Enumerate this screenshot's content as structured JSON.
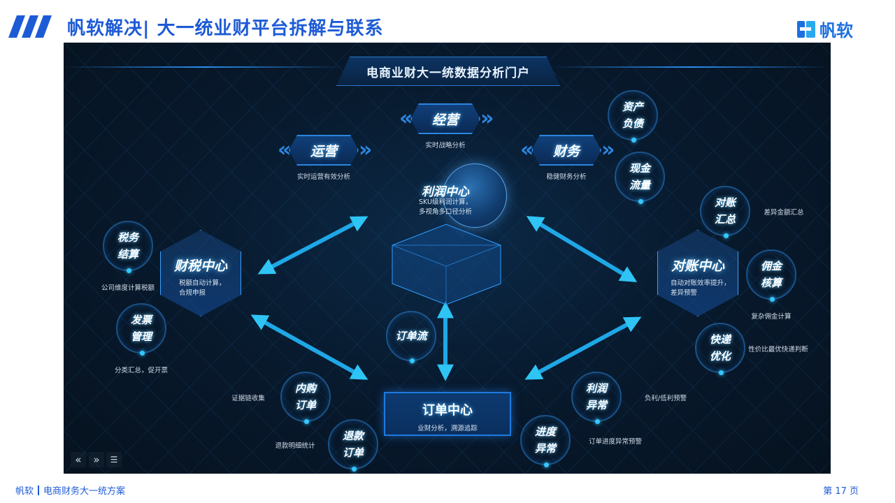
{
  "header": {
    "title": "帆软解决| 大一统业财平台拆解与联系",
    "logo_text": "帆软"
  },
  "portal": {
    "title": "电商业财大一统数据分析门户"
  },
  "top_buttons": [
    {
      "label": "经营",
      "desc": "实时战略分析"
    },
    {
      "label": "运营",
      "desc": "实时运营有效分析"
    },
    {
      "label": "财务",
      "desc": "稳健财务分析"
    }
  ],
  "centers": {
    "profit": {
      "title": "利润中心",
      "desc1": "SKU级利润计算，",
      "desc2": "多视角多口径分析"
    },
    "tax": {
      "title": "财税中心",
      "desc1": "税额自动计算，",
      "desc2": "合规申报"
    },
    "recon": {
      "title": "对账中心",
      "desc1": "自动对账效率提升，",
      "desc2": "差异预警"
    },
    "order": {
      "title": "订单中心",
      "desc": "业财分析，溯源追踪"
    }
  },
  "nodes": [
    {
      "line1": "税务",
      "line2": "结算",
      "desc": "公司维度计算税额"
    },
    {
      "line1": "发票",
      "line2": "管理",
      "desc": "分类汇总，促开票"
    },
    {
      "line1": "内购",
      "line2": "订单",
      "desc": "证据链收集"
    },
    {
      "line1": "退款",
      "line2": "订单",
      "desc": "退款明细统计"
    },
    {
      "line1": "订单流",
      "line2": "",
      "desc": ""
    },
    {
      "line1": "资产",
      "line2": "负债",
      "desc": ""
    },
    {
      "line1": "现金",
      "line2": "流量",
      "desc": ""
    },
    {
      "line1": "对账",
      "line2": "汇总",
      "desc": "差异金额汇总"
    },
    {
      "line1": "佣金",
      "line2": "核算",
      "desc": "复杂佣金计算"
    },
    {
      "line1": "快递",
      "line2": "优化",
      "desc": "性价比最优快递判断"
    },
    {
      "line1": "利润",
      "line2": "异常",
      "desc": "负利/低利预警"
    },
    {
      "line1": "进度",
      "line2": "异常",
      "desc": "订单进度异常预警"
    }
  ],
  "controls": {
    "prev": "«",
    "next": "»",
    "menu": "☰"
  },
  "footer": {
    "brand": "帆软",
    "subtitle": "电商财务大一统方案",
    "page": "第 17 页"
  },
  "colors": {
    "brand": "#1d5bd6",
    "panel_bg": "#081a2e",
    "accent": "#36c6ff"
  }
}
